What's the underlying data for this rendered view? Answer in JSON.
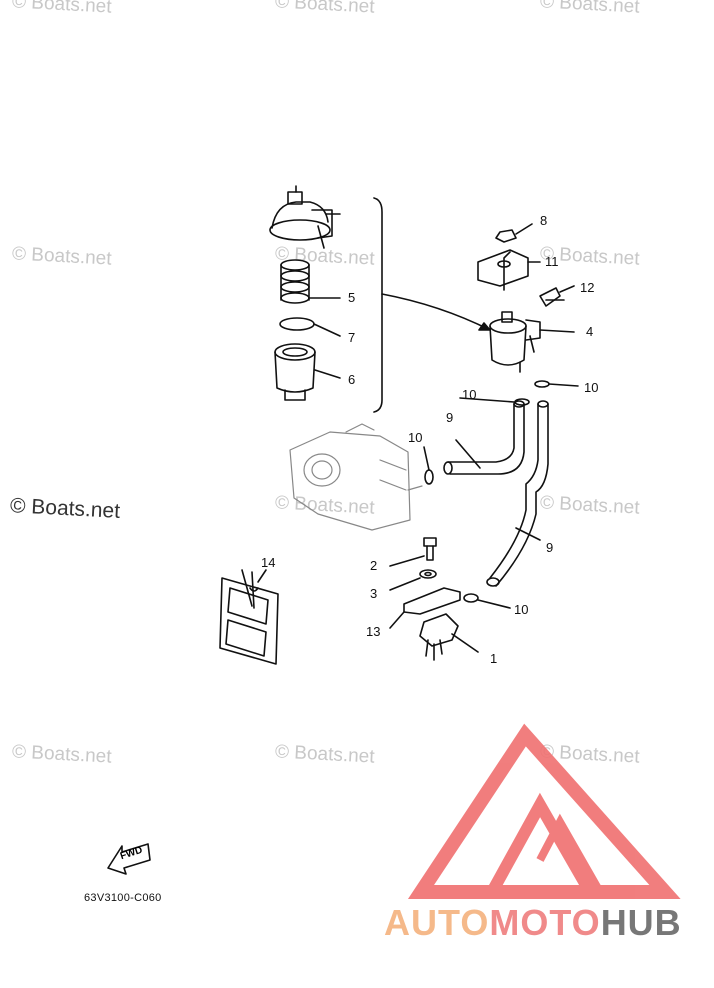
{
  "watermark": {
    "text": "© Boats.net"
  },
  "callouts": {
    "c1": "1",
    "c2": "2",
    "c3": "3",
    "c4": "4",
    "c5": "5",
    "c6": "6",
    "c7": "7",
    "c8": "8",
    "c9a": "9",
    "c9b": "9",
    "c10a": "10",
    "c10b": "10",
    "c10c": "10",
    "c10d": "10",
    "c11": "11",
    "c12": "12",
    "c13": "13",
    "c14": "14"
  },
  "fwd_label": "FWD",
  "diagram_code": "63V3100-C060",
  "logo": {
    "part1": "AUTO",
    "part2": "MOTO",
    "part3": "HUB",
    "color1": "#f5b98a",
    "color2": "#f08a8a",
    "color3": "#777777"
  }
}
